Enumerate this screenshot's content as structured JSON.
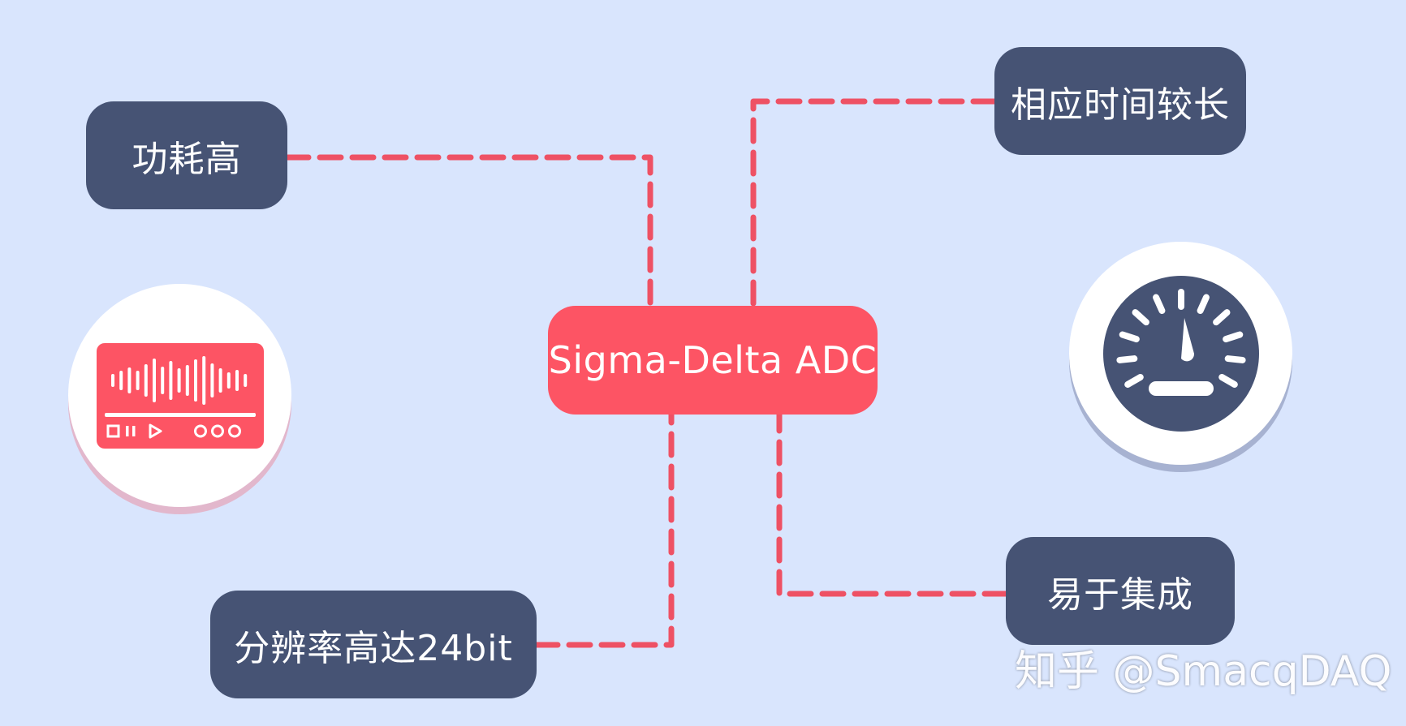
{
  "center": {
    "label": "Sigma-Delta ADC"
  },
  "nodes": {
    "power": {
      "label": "功耗高"
    },
    "response": {
      "label": "相应时间较长"
    },
    "resolution": {
      "label": "分辨率高达24bit"
    },
    "integration": {
      "label": "易于集成"
    }
  },
  "badges": {
    "left": {
      "icon": "audio-waveform-player-icon"
    },
    "right": {
      "icon": "speedometer-icon"
    }
  },
  "watermark": "知乎 @SmacqDAQ",
  "colors": {
    "background": "#d9e5fd",
    "node": "#465374",
    "center": "#fd5464",
    "connector": "#ee5164"
  }
}
